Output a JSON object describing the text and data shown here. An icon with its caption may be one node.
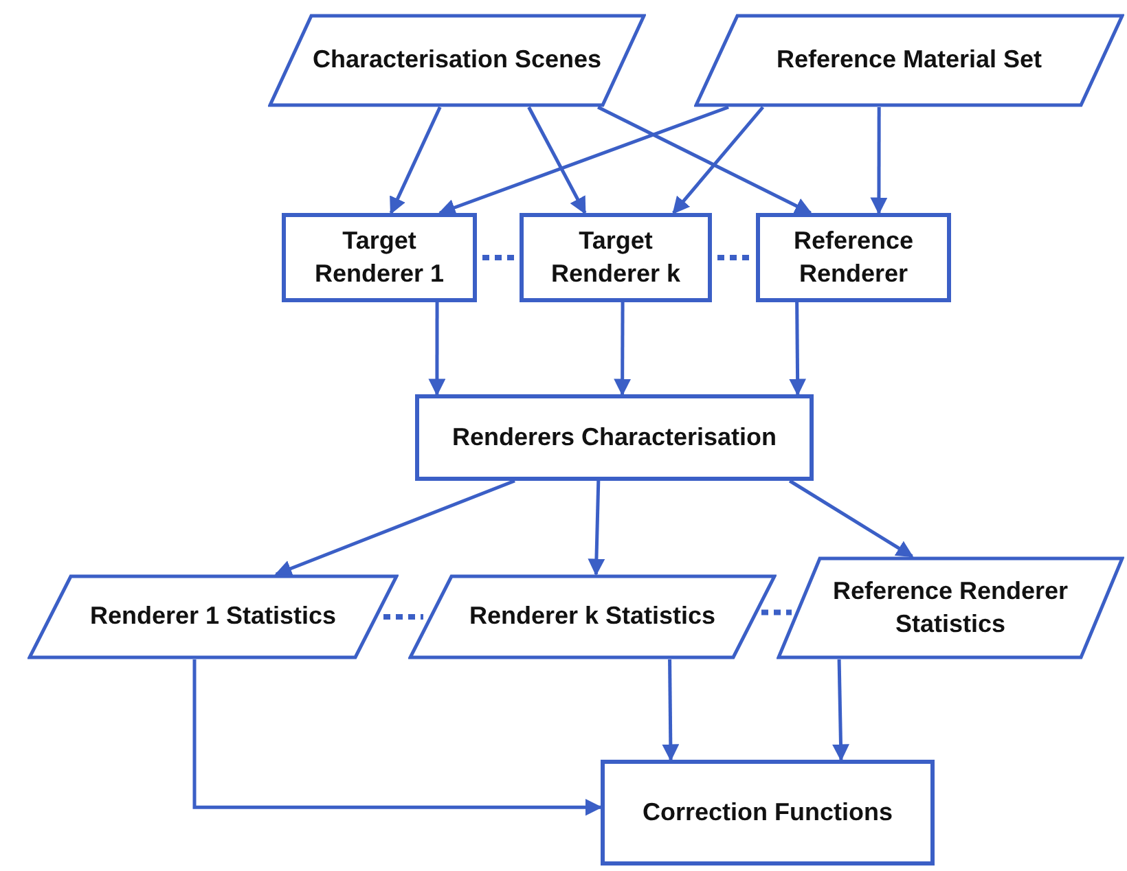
{
  "diagram": {
    "nodes": [
      {
        "text": [
          "Characterisation Scenes"
        ]
      },
      {
        "text": [
          "Reference Material Set"
        ]
      },
      {
        "text": [
          "Target Renderer 1"
        ]
      },
      {
        "text": [
          "Target Renderer k"
        ]
      },
      {
        "text": [
          "Reference Renderer"
        ]
      },
      {
        "text": [
          "Renderers Characterisation"
        ]
      },
      {
        "text": [
          "Renderer 1 Statistics"
        ]
      },
      {
        "text": [
          "Renderer k Statistics"
        ]
      },
      {
        "text": [
          "Reference Renderer Statistics"
        ]
      },
      {
        "text": [
          "Correction Functions"
        ]
      }
    ],
    "edges": [
      {
        "from": 0,
        "to": 2,
        "arrow": "to"
      },
      {
        "from": 0,
        "to": 3,
        "arrow": "to"
      },
      {
        "from": 0,
        "to": 4,
        "arrow": "to"
      },
      {
        "from": 1,
        "to": 2,
        "arrow": "to"
      },
      {
        "from": 1,
        "to": 3,
        "arrow": "to"
      },
      {
        "from": 1,
        "to": 4,
        "arrow": "to"
      },
      {
        "from": 2,
        "to": 3,
        "arrow": "none",
        "style": "dashed"
      },
      {
        "from": 3,
        "to": 4,
        "arrow": "none",
        "style": "dashed"
      },
      {
        "from": 2,
        "to": 5,
        "arrow": "to"
      },
      {
        "from": 3,
        "to": 5,
        "arrow": "to"
      },
      {
        "from": 4,
        "to": 5,
        "arrow": "to"
      },
      {
        "from": 5,
        "to": 6,
        "arrow": "to"
      },
      {
        "from": 5,
        "to": 7,
        "arrow": "to"
      },
      {
        "from": 5,
        "to": 8,
        "arrow": "to"
      },
      {
        "from": 6,
        "to": 7,
        "arrow": "none",
        "style": "dashed"
      },
      {
        "from": 7,
        "to": 8,
        "arrow": "none",
        "style": "dashed"
      },
      {
        "from": 6,
        "to": 9,
        "arrow": "to"
      },
      {
        "from": 7,
        "to": 9,
        "arrow": "to"
      },
      {
        "from": 8,
        "to": 9,
        "arrow": "to"
      }
    ]
  }
}
